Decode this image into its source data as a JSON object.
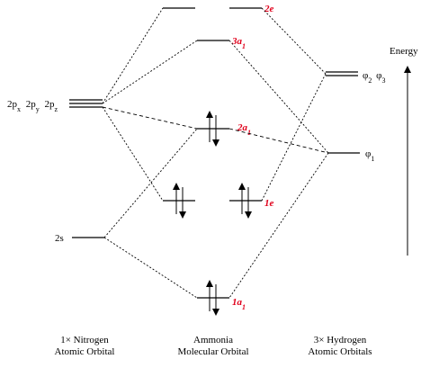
{
  "energy_axis": {
    "label": "Energy"
  },
  "nitrogen": {
    "p_label": "2p",
    "p_subs": [
      "x",
      "y",
      "z"
    ],
    "s_label": "2s",
    "column_label": [
      "1× Nitrogen",
      "Atomic Orbital"
    ]
  },
  "ammonia": {
    "mo_labels": [
      "2e",
      "3a",
      "2a",
      "1e",
      "1a"
    ],
    "mo_subs": [
      "",
      "1",
      "1",
      "",
      "1"
    ],
    "column_label": [
      "Ammonia",
      "Molecular Orbital"
    ]
  },
  "hydrogen": {
    "phi23_label": "φ",
    "phi23_subs": [
      "2",
      "3"
    ],
    "phi1_label": "φ",
    "phi1_sub": "1",
    "column_label": [
      "3× Hydrogen",
      "Atomic Orbitals"
    ]
  },
  "colors": {
    "mo_label": "#e0001b",
    "line": "#000000"
  }
}
